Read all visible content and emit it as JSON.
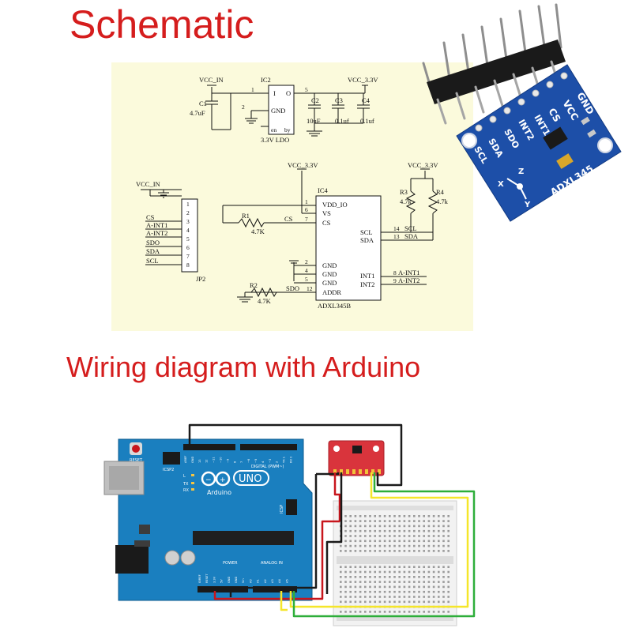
{
  "titles": {
    "schematic": "Schematic",
    "wiring": "Wiring diagram with Arduino"
  },
  "schematic": {
    "ldo": {
      "vcc_in": "VCC_IN",
      "ref": "IC2",
      "pin_in": "I",
      "pin_out": "O",
      "pin_gnd": "GND",
      "pin_en": "en",
      "pin_by": "by",
      "name": "3.3V LDO",
      "pin1": "1",
      "pin2": "2",
      "pin5": "5",
      "vcc_33": "VCC_3.3V",
      "c1_ref": "C1",
      "c1_val": "4.7uF",
      "c2_ref": "C2",
      "c2_val": "10uF",
      "c3_ref": "C3",
      "c3_val": "0.1uf",
      "c4_ref": "C4",
      "c4_val": "0.1uf"
    },
    "jp2": {
      "ref": "JP2",
      "vcc_in": "VCC_IN",
      "pins": [
        "1",
        "2",
        "3",
        "4",
        "5",
        "6",
        "7",
        "8"
      ],
      "labels": [
        "CS",
        "A-INT1",
        "A-INT2",
        "SDO",
        "SDA",
        "SCL"
      ]
    },
    "ic4": {
      "ref": "IC4",
      "name": "ADXL345B",
      "vcc_33": "VCC_3.3V",
      "pins_left": [
        {
          "num": "1",
          "name": "VDD_IO"
        },
        {
          "num": "6",
          "name": "VS"
        },
        {
          "num": "7",
          "name": "CS"
        },
        {
          "num": "2",
          "name": "GND"
        },
        {
          "num": "4",
          "name": "GND"
        },
        {
          "num": "5",
          "name": "GND"
        },
        {
          "num": "12",
          "name": "ADDR"
        }
      ],
      "pins_right": [
        {
          "num": "14",
          "name": "SCL"
        },
        {
          "num": "13",
          "name": "SDA"
        },
        {
          "num": "8",
          "name": "INT1"
        },
        {
          "num": "9",
          "name": "INT2"
        }
      ],
      "r1_ref": "R1",
      "r1_val": "4.7K",
      "cs_net": "CS",
      "r2_ref": "R2",
      "r2_val": "4.7K",
      "sdo_net": "SDO",
      "scl_net": "SCL",
      "sda_net": "SDA",
      "int1_net": "A-INT1",
      "int2_net": "A-INT2",
      "r3_ref": "R3",
      "r3_val": "4.7k",
      "r4_ref": "R4",
      "r4_val": "4.7k",
      "vcc_33_right": "VCC_3.3V"
    }
  },
  "module": {
    "pins": [
      "GND",
      "VCC",
      "CS",
      "INT1",
      "INT2",
      "SDO",
      "SDA",
      "SCL"
    ],
    "name": "ADXL345",
    "axes": [
      "X",
      "Y",
      "Z"
    ]
  },
  "arduino": {
    "reset": "RESET",
    "icsp2": "ICSP2",
    "icsp": "ICSP",
    "digital": "DIGITAL (PWM~)",
    "uno": "UNO",
    "brand": "Arduino",
    "tx": "TX",
    "rx": "RX",
    "l": "L",
    "power": "POWER",
    "analog_in": "ANALOG IN",
    "header_top": [
      "AREF",
      "GND",
      "13",
      "12",
      "~11",
      "~10",
      "~9",
      "8",
      "7",
      "~6",
      "~5",
      "4",
      "~3",
      "2",
      "TX 1",
      "RX 0"
    ],
    "header_bottom": [
      "IOREF",
      "RESET",
      "3.3V",
      "5V",
      "GND",
      "GND",
      "Vin",
      "A0",
      "A1",
      "A2",
      "A3",
      "A4",
      "A5"
    ]
  },
  "colors": {
    "title": "#d51d1d",
    "schematic_bg": "#fbfadc",
    "pcb_blue": "#1d4fa8",
    "arduino_blue": "#1a7fbf",
    "module_red": "#d9343c",
    "wire_black": "#1a1a1a",
    "wire_red": "#c8161d",
    "wire_yellow": "#f5e62a",
    "wire_green": "#2eae3a"
  }
}
